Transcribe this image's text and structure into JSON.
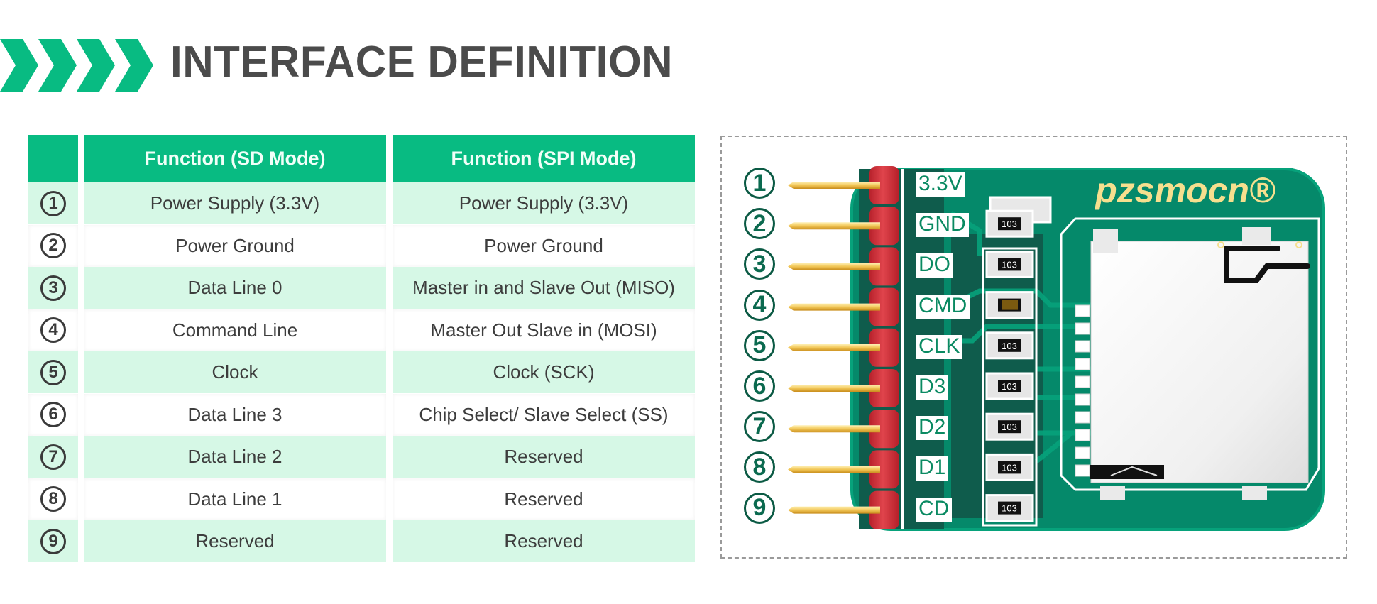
{
  "header": {
    "title": "INTERFACE DEFINITION",
    "chevron_count": 4,
    "accent_color": "#08bb82",
    "title_color": "#4b4b4b"
  },
  "table": {
    "columns": [
      "",
      "Function (SD Mode)",
      "Function (SPI Mode)"
    ],
    "rows": [
      {
        "pin": "1",
        "sd": "Power Supply (3.3V)",
        "spi": "Power Supply (3.3V)"
      },
      {
        "pin": "2",
        "sd": "Power Ground",
        "spi": "Power Ground"
      },
      {
        "pin": "3",
        "sd": "Data Line 0",
        "spi": "Master in and Slave Out (MISO)"
      },
      {
        "pin": "4",
        "sd": "Command Line",
        "spi": "Master Out Slave in (MOSI)"
      },
      {
        "pin": "5",
        "sd": "Clock",
        "spi": "Clock (SCK)"
      },
      {
        "pin": "6",
        "sd": "Data Line 3",
        "spi": "Chip Select/ Slave Select (SS)"
      },
      {
        "pin": "7",
        "sd": "Data Line 2",
        "spi": "Reserved"
      },
      {
        "pin": "8",
        "sd": "Data Line 1",
        "spi": "Reserved"
      },
      {
        "pin": "9",
        "sd": "Reserved",
        "spi": "Reserved"
      }
    ],
    "header_color": "#08bb82",
    "stripe_color": "#d6f8e6"
  },
  "board": {
    "brand": "pzsmocn",
    "brand_mark": "®",
    "pins": [
      "1",
      "2",
      "3",
      "4",
      "5",
      "6",
      "7",
      "8",
      "9"
    ],
    "pin_labels": [
      "3.3V",
      "GND",
      "DO",
      "CMD",
      "CLK",
      "D3",
      "D2",
      "D1",
      "CD"
    ],
    "resistor_code": "103",
    "pcb_color": "#05896a",
    "header_color": "#d2313c",
    "pin_color": "#f0c860"
  }
}
